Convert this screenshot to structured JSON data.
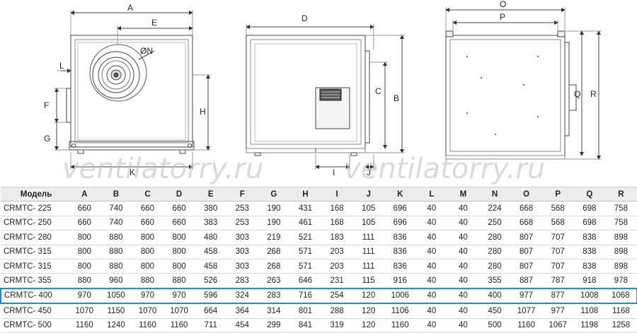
{
  "drawing_labels": {
    "front": [
      "A",
      "E",
      "ØN",
      "L",
      "F",
      "G",
      "K",
      "H"
    ],
    "side": [
      "D",
      "C",
      "B",
      "I",
      "J"
    ],
    "rear": [
      "O",
      "P",
      "Q",
      "R"
    ]
  },
  "watermarks": [
    "ventilatorry.ru",
    "ventilatorry.ru"
  ],
  "table": {
    "headers": [
      "Модель",
      "A",
      "B",
      "C",
      "D",
      "E",
      "F",
      "G",
      "H",
      "I",
      "J",
      "K",
      "L",
      "M",
      "N",
      "O",
      "P",
      "Q",
      "R"
    ],
    "rows": [
      [
        "CRMTC- 225",
        "660",
        "740",
        "660",
        "660",
        "380",
        "253",
        "190",
        "431",
        "168",
        "105",
        "696",
        "40",
        "40",
        "224",
        "668",
        "568",
        "698",
        "758"
      ],
      [
        "CRMTC- 250",
        "660",
        "740",
        "660",
        "660",
        "383",
        "253",
        "190",
        "461",
        "168",
        "105",
        "696",
        "40",
        "40",
        "250",
        "668",
        "568",
        "698",
        "758"
      ],
      [
        "CRMTC- 280",
        "800",
        "880",
        "800",
        "800",
        "480",
        "303",
        "219",
        "521",
        "183",
        "111",
        "836",
        "40",
        "40",
        "280",
        "807",
        "707",
        "838",
        "898"
      ],
      [
        "CRMTC- 315",
        "800",
        "880",
        "800",
        "800",
        "458",
        "303",
        "268",
        "571",
        "203",
        "111",
        "836",
        "40",
        "40",
        "280",
        "807",
        "707",
        "838",
        "898"
      ],
      [
        "CRMTC- 315",
        "800",
        "880",
        "800",
        "800",
        "458",
        "303",
        "268",
        "571",
        "203",
        "111",
        "836",
        "40",
        "40",
        "280",
        "807",
        "707",
        "838",
        "898"
      ],
      [
        "CRMTC- 355",
        "880",
        "960",
        "880",
        "880",
        "526",
        "283",
        "263",
        "646",
        "231",
        "115",
        "916",
        "40",
        "40",
        "355",
        "887",
        "787",
        "918",
        "978"
      ],
      [
        "CRMTC- 400",
        "970",
        "1050",
        "970",
        "970",
        "596",
        "324",
        "283",
        "716",
        "254",
        "120",
        "1006",
        "40",
        "40",
        "400",
        "977",
        "877",
        "1008",
        "1068"
      ],
      [
        "CRMTC- 450",
        "1070",
        "1150",
        "1070",
        "1070",
        "664",
        "364",
        "314",
        "801",
        "288",
        "120",
        "1106",
        "40",
        "40",
        "450",
        "1077",
        "977",
        "1108",
        "1168"
      ],
      [
        "CRMTC- 500",
        "1160",
        "1240",
        "1160",
        "1160",
        "711",
        "454",
        "299",
        "841",
        "319",
        "120",
        "1160",
        "40",
        "40",
        "500",
        "1160",
        "1067",
        "1198",
        "1258"
      ]
    ],
    "highlighted_row_index": 6,
    "highlight_color": "#1a8fd6"
  }
}
